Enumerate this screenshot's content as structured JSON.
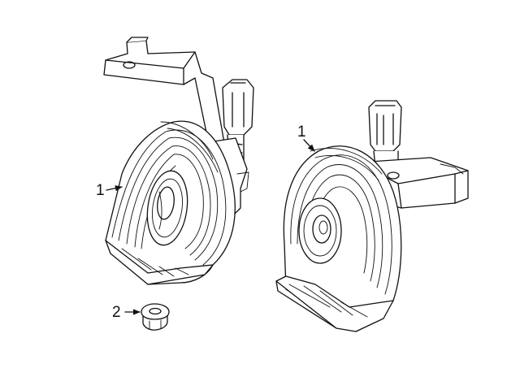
{
  "callouts": {
    "left_horn": "1",
    "right_horn": "1",
    "nut": "2"
  }
}
